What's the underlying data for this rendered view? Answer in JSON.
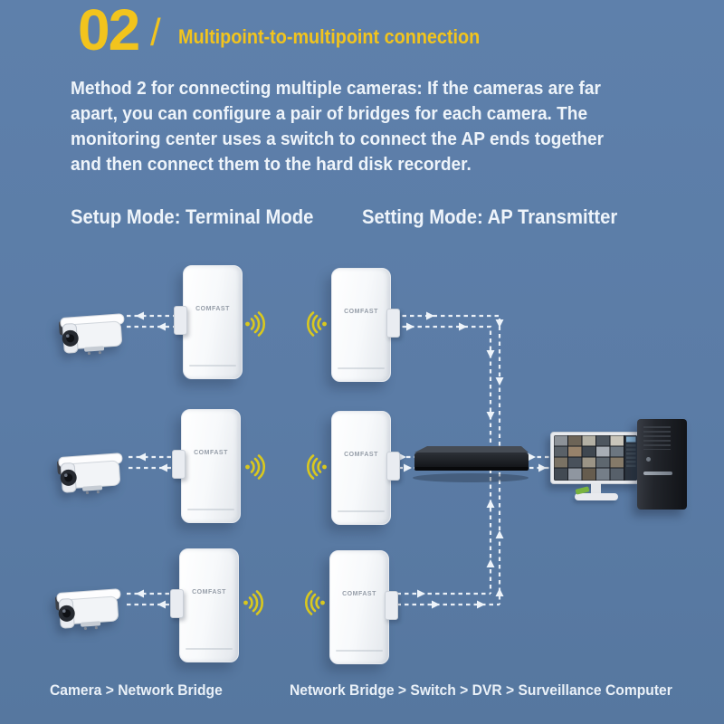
{
  "colors": {
    "background": "#5b7ca6",
    "accent_yellow": "#f2c41d",
    "text_white": "#eef4fa",
    "wifi_yellow": "#d9c81e"
  },
  "header": {
    "number": "02",
    "separator": "/",
    "title": "Multipoint-to-multipoint connection"
  },
  "description": {
    "lines": [
      "Method 2 for connecting multiple cameras: If the cameras are far",
      "apart, you can configure a pair of bridges for each camera. The",
      "monitoring center uses a switch to connect the AP ends together",
      "and then connect them to the hard disk recorder."
    ]
  },
  "modes": {
    "setup_label": "Setup Mode: Terminal Mode",
    "setting_label": "Setting Mode: AP Transmitter"
  },
  "diagram": {
    "bridge_brand": "COMFAST"
  },
  "captions": {
    "left": "Camera > Network Bridge",
    "right": "Network Bridge > Switch > DVR > Surveillance Computer"
  }
}
